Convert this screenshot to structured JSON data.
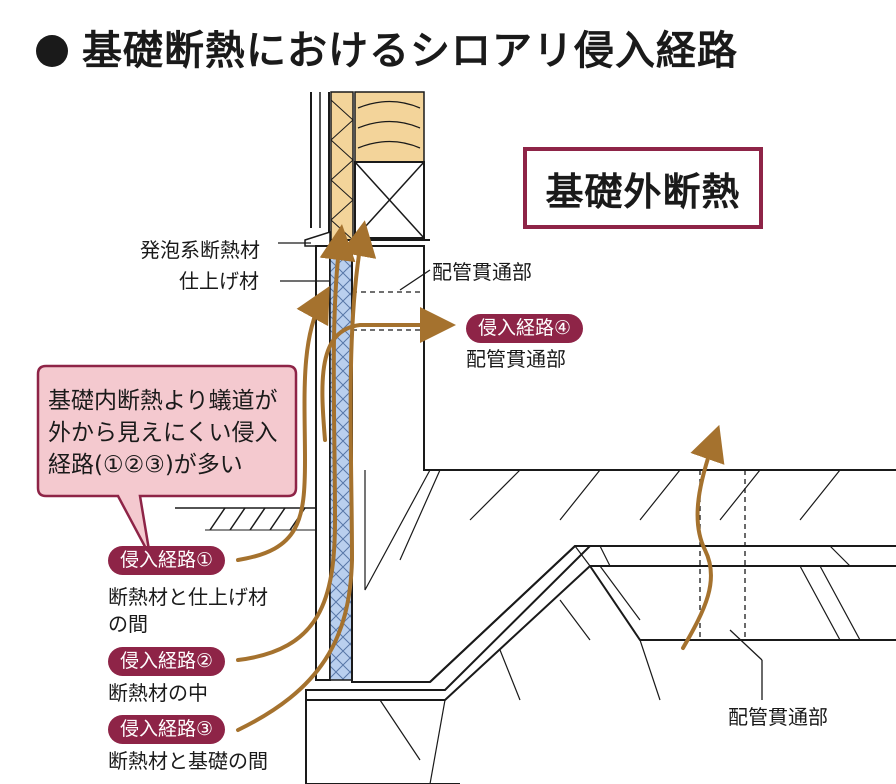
{
  "title": "基礎断熱におけるシロアリ侵入経路",
  "box_label": "基礎外断熱",
  "labels": {
    "foam_insulation": "発泡系断熱材",
    "finish_material": "仕上げ材",
    "pipe_pass_top": "配管貫通部",
    "pipe_pass_right": "配管貫通部",
    "pipe_pass_bottom": "配管貫通部"
  },
  "callout": {
    "lines": [
      "基礎内断熱より蟻道が",
      "外から見えにくい侵入",
      "経路(①②③)が多い"
    ]
  },
  "routes": [
    {
      "label": "侵入経路①",
      "desc_lines": [
        "断熱材と仕上げ材",
        "の間"
      ]
    },
    {
      "label": "侵入経路②",
      "desc_lines": [
        "断熱材の中"
      ]
    },
    {
      "label": "侵入経路③",
      "desc_lines": [
        "断熱材と基礎の間"
      ]
    },
    {
      "label": "侵入経路④",
      "desc_lines": [
        "配管貫通部"
      ]
    }
  ],
  "colors": {
    "arrow": "#a5722e",
    "pill": "#8e2447",
    "callout_bg": "#f4c9cf",
    "callout_border": "#8e2447",
    "insulation": "#b9cfee",
    "wood": "#f3d49a"
  }
}
